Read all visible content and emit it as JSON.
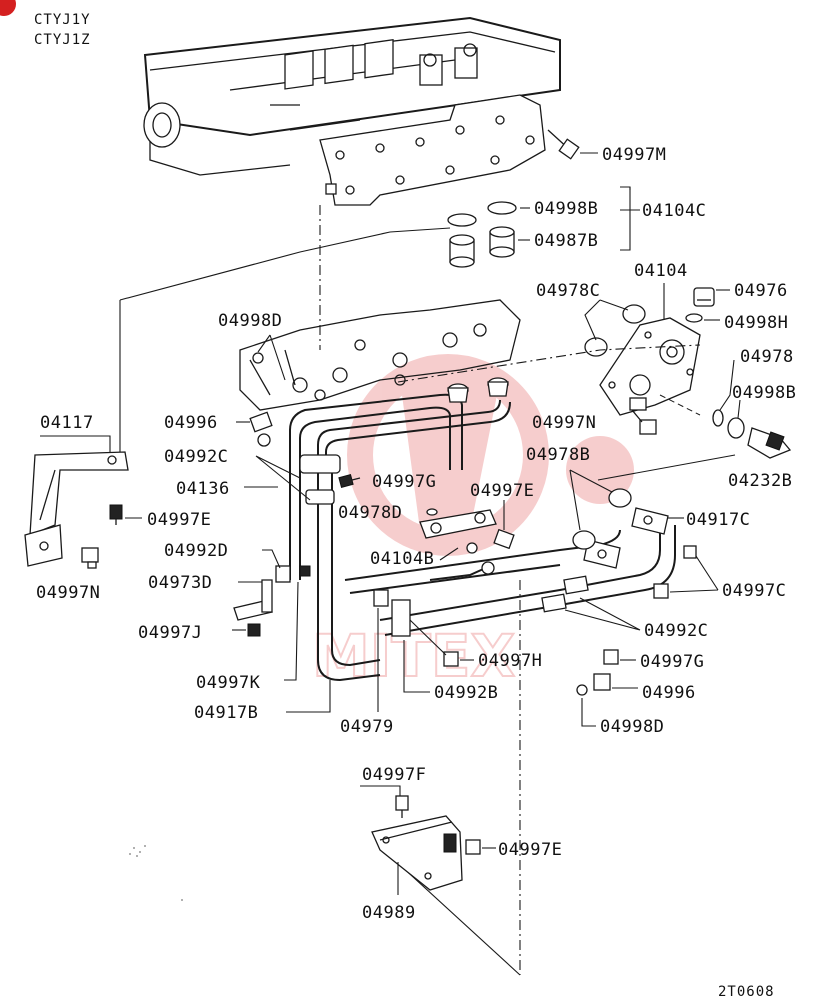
{
  "header": {
    "model_code_1": "CTYJ1Y",
    "model_code_2": "CTYJ1Z"
  },
  "footer": {
    "figure_code": "2T0608"
  },
  "watermark": {
    "text": "MITEX",
    "color": "#e05050"
  },
  "callouts": {
    "c04997M": "04997M",
    "c04998B_top": "04998B",
    "c04104C": "04104C",
    "c04987B": "04987B",
    "c04104": "04104",
    "c04978C": "04978C",
    "c04976": "04976",
    "c04998D_top": "04998D",
    "c04998H": "04998H",
    "c04978": "04978",
    "c04998B_right": "04998B",
    "c04117": "04117",
    "c04996_left": "04996",
    "c04997N_mid": "04997N",
    "c04992C_left": "04992C",
    "c04978B": "04978B",
    "c04232B": "04232B",
    "c04136": "04136",
    "c04997G_mid": "04997G",
    "c04997E_mid": "04997E",
    "c04997E_left": "04997E",
    "c04978D": "04978D",
    "c04917C": "04917C",
    "c04997N_left": "04997N",
    "c04992D": "04992D",
    "c04104B": "04104B",
    "c04973D": "04973D",
    "c04997C": "04997C",
    "c04997J": "04997J",
    "c04992C_right": "04992C",
    "c04997H": "04997H",
    "c04997G_right": "04997G",
    "c04997K": "04997K",
    "c04992B": "04992B",
    "c04996_right": "04996",
    "c04917B": "04917B",
    "c04979": "04979",
    "c04998D_bottom": "04998D",
    "c04997F": "04997F",
    "c04997E_bottom": "04997E",
    "c04989": "04989"
  }
}
